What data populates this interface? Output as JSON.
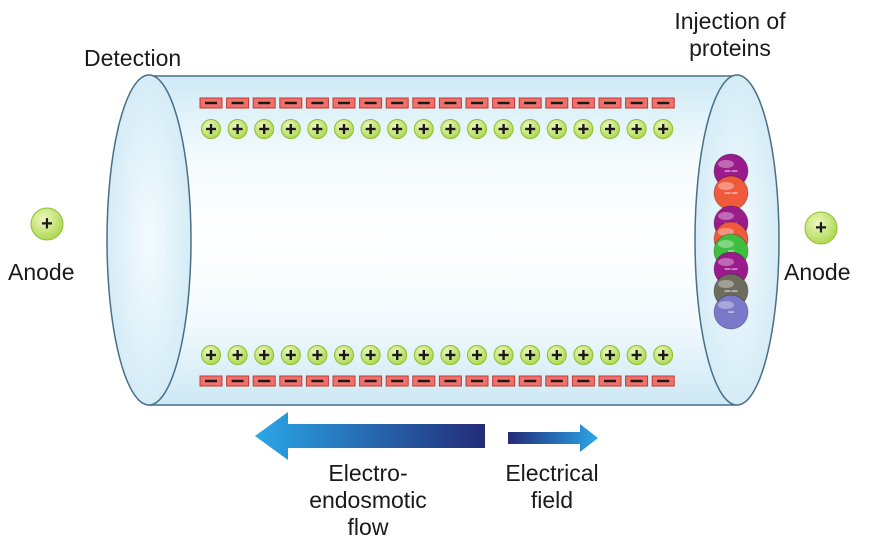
{
  "labels": {
    "detection": "Detection",
    "injection_line1": "Injection of",
    "injection_line2": "proteins",
    "anode_left": "Anode",
    "anode_right": "Anode",
    "eof_line1": "Electro-",
    "eof_line2": "endosmotic",
    "eof_line3": "flow",
    "field_line1": "Electrical",
    "field_line2": "field"
  },
  "symbols": {
    "plus": "+",
    "minus": "−"
  },
  "wall_charges": {
    "negative_count": 18,
    "positive_count": 18
  },
  "proteins": [
    {
      "color": "#9b1a8c",
      "charge": "−−"
    },
    {
      "color": "#f05a3c",
      "charge": "−−"
    },
    {
      "color": "#9b1a8c",
      "charge": "−−"
    },
    {
      "color": "#f05a3c",
      "charge": "−"
    },
    {
      "color": "#3fbf3f",
      "charge": "−"
    },
    {
      "color": "#9b1a8c",
      "charge": "−−"
    },
    {
      "color": "#6d6d5e",
      "charge": "−−"
    },
    {
      "color": "#7a78c8",
      "charge": "−"
    }
  ],
  "colors": {
    "tube_fill": "#dff3fb",
    "tube_stroke": "#4a6f86",
    "positive_fill": "#c6ea6a",
    "negative_fill": "#f0706a",
    "eof_arrow_start": "#2aa7e8",
    "eof_arrow_end": "#232b78",
    "field_arrow_start": "#232b78",
    "field_arrow_end": "#2aa7e8"
  }
}
